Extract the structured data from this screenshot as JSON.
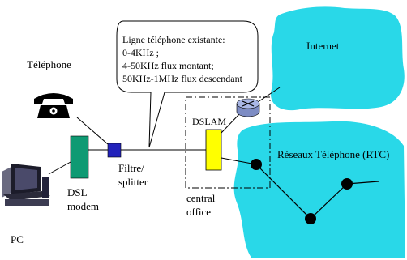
{
  "labels": {
    "telephone": "Téléphone",
    "internet": "Internet",
    "dslam": "DSLAM",
    "rtc": "Réseaux Téléphone (RTC)",
    "filter_line1": "Filtre/",
    "filter_line2": "splitter",
    "modem_line1": "DSL",
    "modem_line2": "modem",
    "office_line1": "central",
    "office_line2": "office",
    "pc": "PC"
  },
  "callout": {
    "lines": [
      "Ligne téléphone existante:",
      "0-4KHz ;",
      "4-50KHz flux montant;",
      "50KHz-1MHz flux descendant"
    ]
  },
  "colors": {
    "cloud": "#29d8e8",
    "modem": "#0f9a73",
    "filter": "#2222bb",
    "dslam": "#ffff00",
    "router": "#a9b7e6",
    "node": "#000000"
  }
}
